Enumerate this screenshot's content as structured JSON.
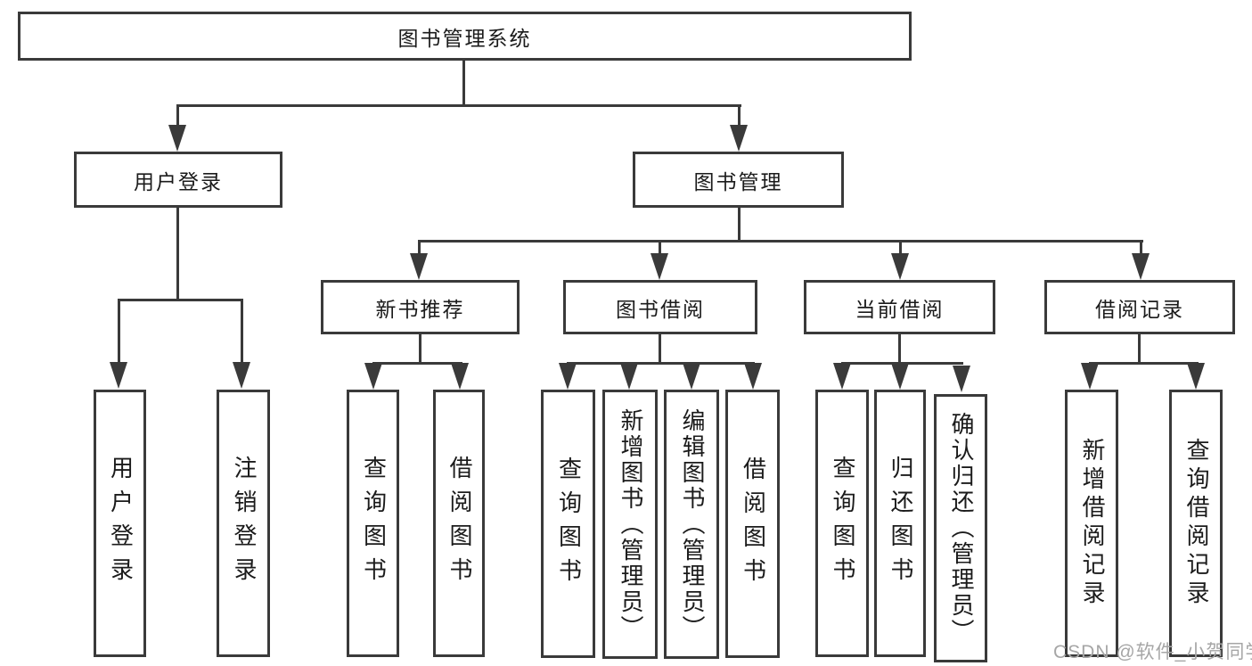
{
  "diagram": {
    "root": {
      "label": "图书管理系统"
    },
    "level2": [
      {
        "id": "user-login",
        "label": "用户登录"
      },
      {
        "id": "book-management",
        "label": "图书管理"
      }
    ],
    "level3": [
      {
        "id": "new-book-recommend",
        "label": "新书推荐"
      },
      {
        "id": "book-borrowing",
        "label": "图书借阅"
      },
      {
        "id": "current-borrowing",
        "label": "当前借阅"
      },
      {
        "id": "borrow-records",
        "label": "借阅记录"
      }
    ],
    "leaves": {
      "user_login": [
        {
          "label": "用户登录"
        },
        {
          "label": "注销登录"
        }
      ],
      "new_book_recommend": [
        {
          "label": "查询图书"
        },
        {
          "label": "借阅图书"
        }
      ],
      "book_borrowing": [
        {
          "label": "查询图书"
        },
        {
          "label": "新增图书（管理员）"
        },
        {
          "label": "编辑图书（管理员）"
        },
        {
          "label": "借阅图书"
        }
      ],
      "current_borrowing": [
        {
          "label": "查询图书"
        },
        {
          "label": "归还图书"
        },
        {
          "label": "确认归还（管理员）"
        }
      ],
      "borrow_records": [
        {
          "label": "新增借阅记录"
        },
        {
          "label": "查询借阅记录"
        }
      ]
    },
    "watermark": "CSDN @软件_小贺同学",
    "colors": {
      "line": "#3a3a3a",
      "text": "#1b1b1b",
      "watermark": "#a6a6a6",
      "background": "#ffffff"
    }
  }
}
